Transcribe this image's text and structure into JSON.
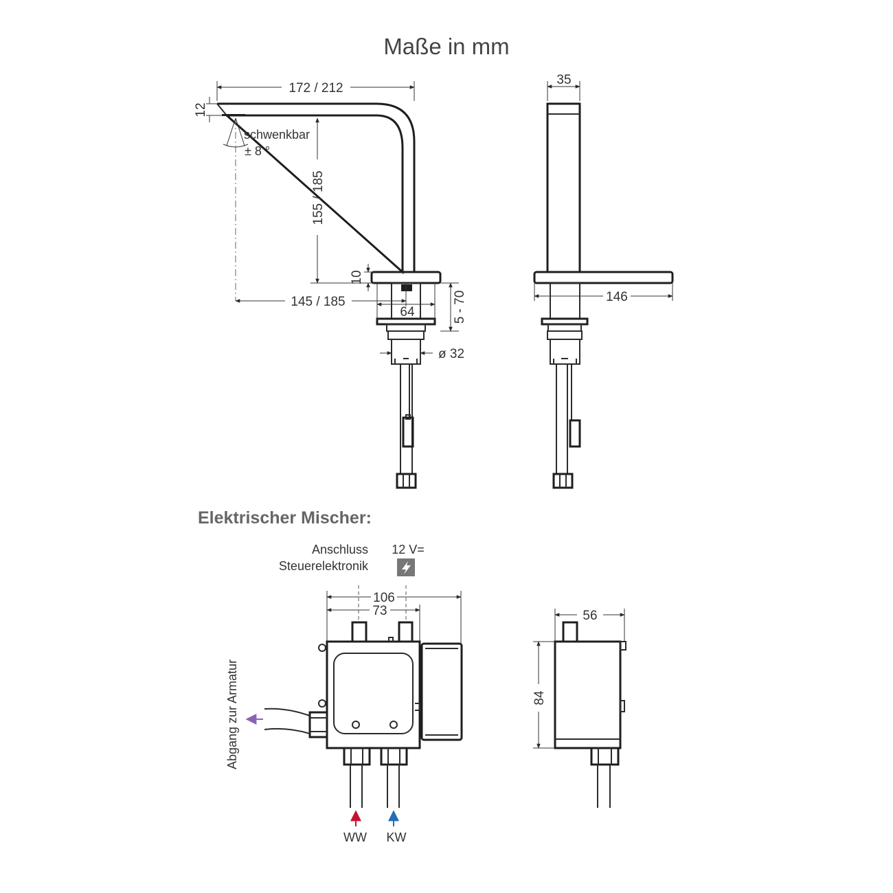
{
  "title": "Maße in mm",
  "faucet": {
    "dim_spout_length": "172 / 212",
    "dim_spout_tip": "12",
    "swivel_label": "schwenkbar",
    "swivel_angle": "± 8 °",
    "dim_spout_height": "155 / 185",
    "dim_base_height": "10",
    "dim_projection": "145 / 185",
    "dim_base_width": "64",
    "dim_deck_thickness": "5 - 70",
    "dim_shank_diameter": "ø 32",
    "dim_side_width": "35",
    "dim_side_base": "146"
  },
  "mixer": {
    "subtitle": "Elektrischer Mischer:",
    "connection_label_line1": "Anschluss",
    "connection_label_line2": "Steuerelektronik",
    "voltage_label": "12 V=",
    "voltage_icon": "lightning-icon",
    "dim_overall_width": "106",
    "dim_port_spacing": "73",
    "dim_depth": "56",
    "dim_height": "84",
    "outlet_label": "Abgang zur Armatur",
    "hot_label": "WW",
    "cold_label": "KW",
    "colors": {
      "hot": "#c8102e",
      "cold": "#1f6fb2",
      "outlet": "#8a63b5"
    }
  }
}
